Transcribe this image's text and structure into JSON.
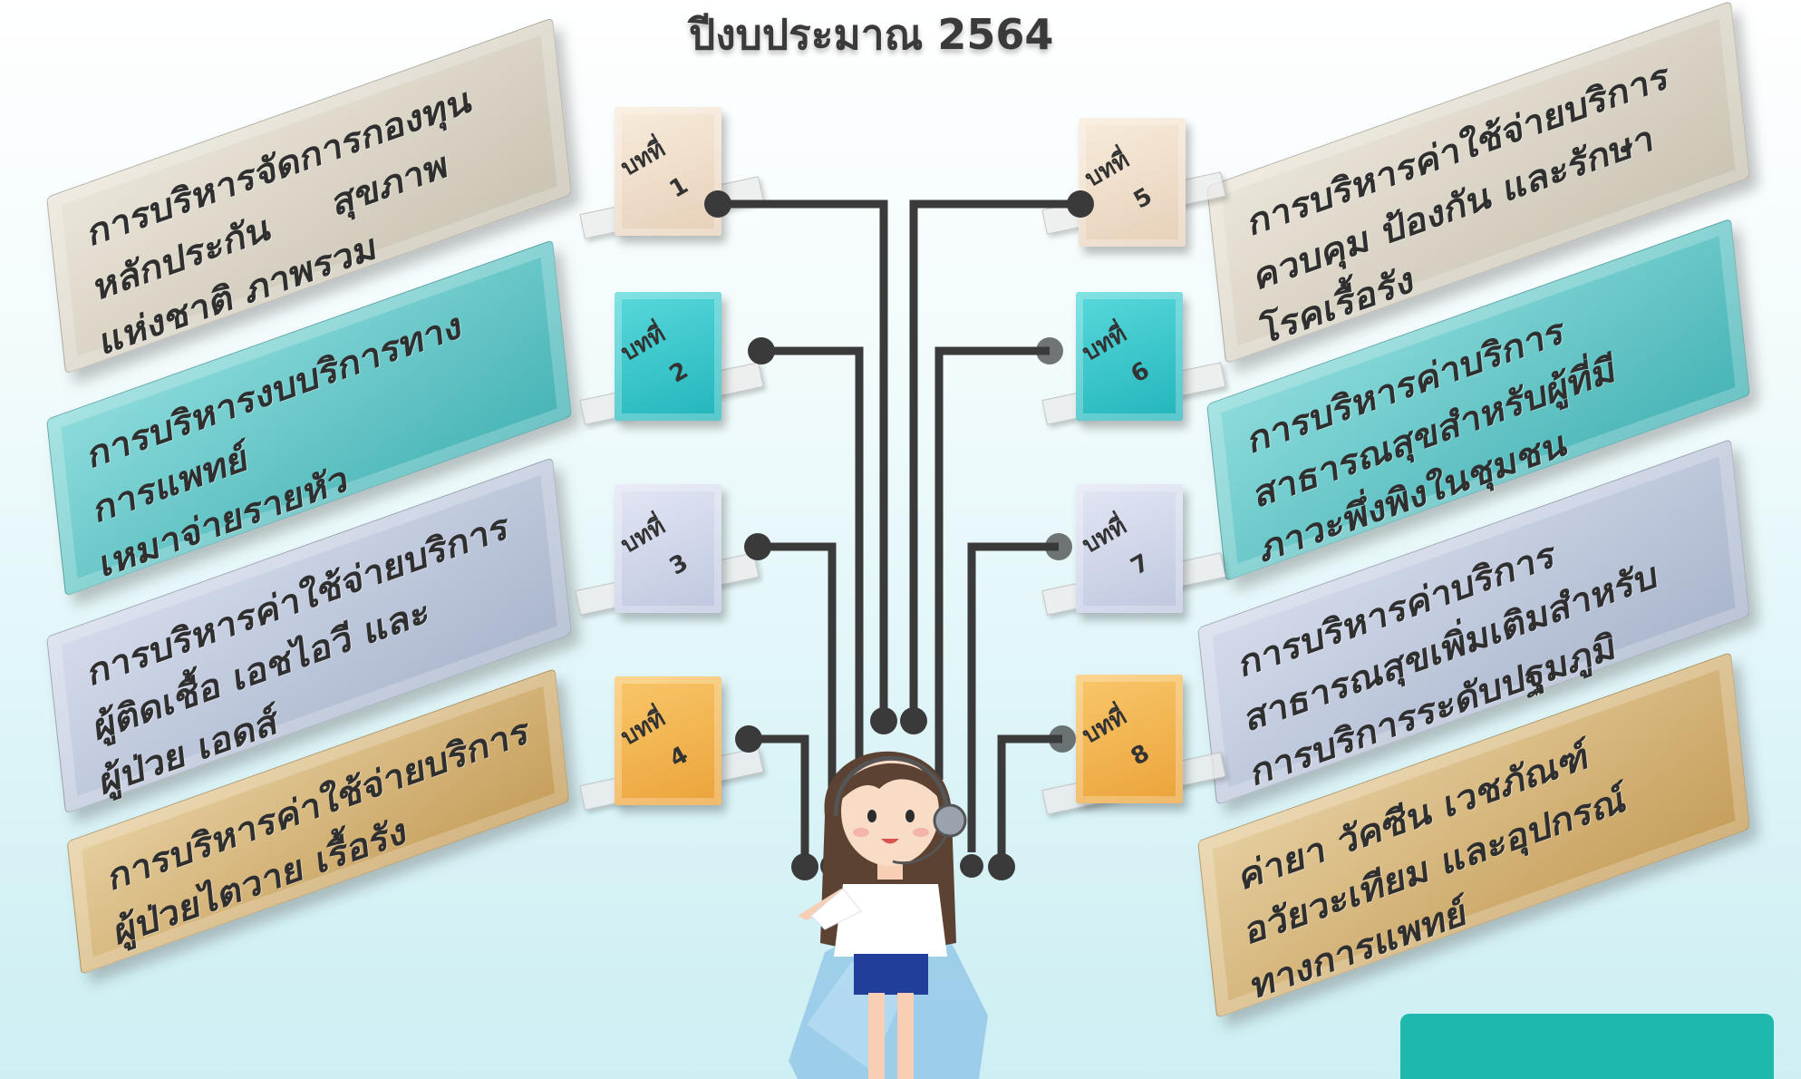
{
  "header": {
    "title": "ปีงบประมาณ 2564"
  },
  "chapter_prefix": "บทที่",
  "left_items": [
    {
      "chapter": "1",
      "text": "การบริหารจัดการกองทุน\nหลักประกัน     สุขภาพ\nแห่งชาติ ภาพรวม",
      "color": "#d8d2c4"
    },
    {
      "chapter": "2",
      "text": "การบริหารงบบริการทาง\nการแพทย์\nเหมาจ่ายรายหัว",
      "color": "#5cc4c6"
    },
    {
      "chapter": "3",
      "text": "การบริหารค่าใช้จ่ายบริการ\nผู้ติดเชื้อ เอชไอวี และ\nผู้ป่วย เอดส์",
      "color": "#b9c3da"
    },
    {
      "chapter": "4",
      "text": "การบริหารค่าใช้จ่ายบริการ\nผู้ป่วยไตวาย เรื้อรัง",
      "color": "#d4b57a"
    }
  ],
  "right_items": [
    {
      "chapter": "5",
      "text": "การบริหารค่าใช้จ่ายบริการ\nควบคุม ป้องกัน และรักษา\nโรคเรื้อรัง",
      "color": "#d8d2c4"
    },
    {
      "chapter": "6",
      "text": "การบริหารค่าบริการ\nสาธารณสุขสำหรับผู้ที่มี\nภาวะพึ่งพิงในชุมชน",
      "color": "#5cc4c6"
    },
    {
      "chapter": "7",
      "text": "การบริหารค่าบริการ\nสาธารณสุขเพิ่มเติมสำหรับ\nการบริการระดับปฐมภูมิ",
      "color": "#b9c3da"
    },
    {
      "chapter": "8",
      "text": "ค่ายา วัคซีน เวชภัณฑ์\nอวัยวะเทียม และอุปกรณ์\nทางการแพทย์",
      "color": "#d4b57a"
    }
  ],
  "connector_color": "#3a3a3a"
}
